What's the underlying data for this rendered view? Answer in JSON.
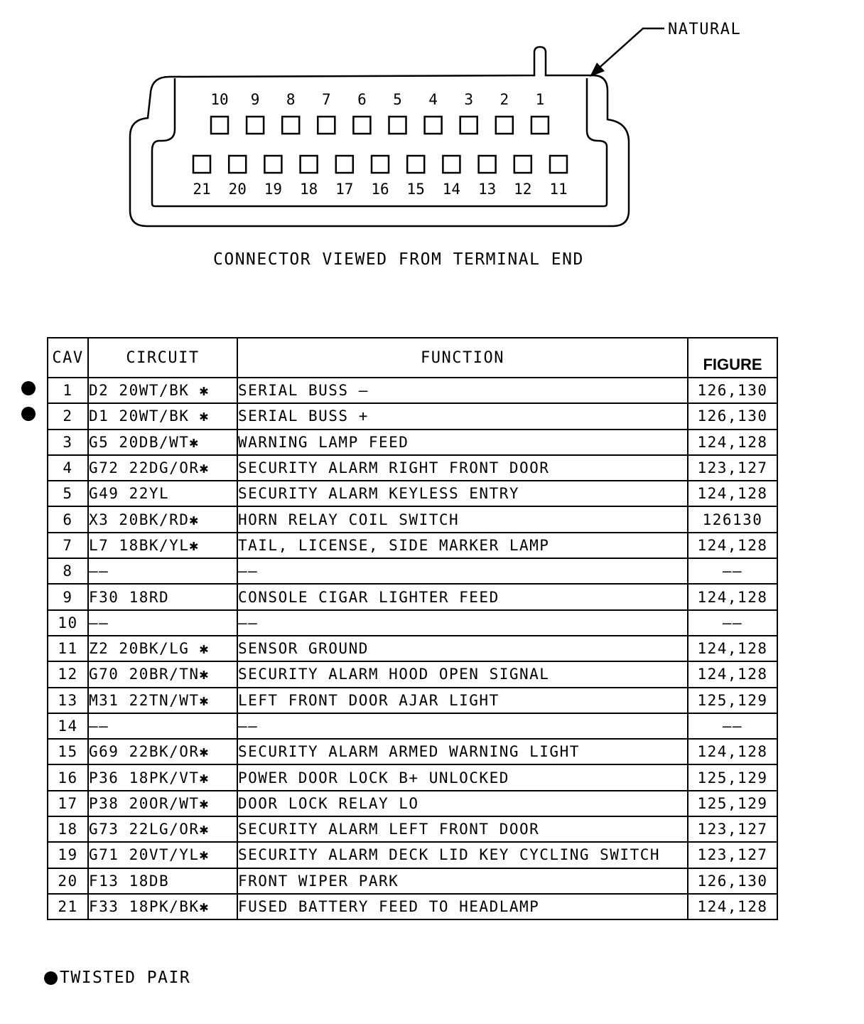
{
  "connector": {
    "label": "NATURAL",
    "caption": "CONNECTOR VIEWED FROM TERMINAL END",
    "top_row_pins": [
      "10",
      "9",
      "8",
      "7",
      "6",
      "5",
      "4",
      "3",
      "2",
      "1"
    ],
    "bottom_row_pins": [
      "21",
      "20",
      "19",
      "18",
      "17",
      "16",
      "15",
      "14",
      "13",
      "12",
      "11"
    ]
  },
  "table": {
    "headers": {
      "cav": "CAV",
      "circuit": "CIRCUIT",
      "function": "FUNCTION",
      "figure": "FIGURE"
    },
    "rows": [
      {
        "cav": "1",
        "circuit": "D2 20WT/BK ✱",
        "function": "SERIAL BUSS —",
        "figure": "126,130",
        "twisted": true
      },
      {
        "cav": "2",
        "circuit": "D1 20WT/BK ✱",
        "function": "SERIAL BUSS +",
        "figure": "126,130",
        "twisted": true
      },
      {
        "cav": "3",
        "circuit": "G5 20DB/WT✱",
        "function": "WARNING LAMP FEED",
        "figure": "124,128"
      },
      {
        "cav": "4",
        "circuit": "G72 22DG/OR✱",
        "function": "SECURITY ALARM RIGHT FRONT DOOR",
        "figure": "123,127"
      },
      {
        "cav": "5",
        "circuit": "G49 22YL",
        "function": "SECURITY ALARM KEYLESS ENTRY",
        "figure": "124,128"
      },
      {
        "cav": "6",
        "circuit": "X3 20BK/RD✱",
        "function": "HORN RELAY COIL SWITCH",
        "figure": "126130"
      },
      {
        "cav": "7",
        "circuit": "L7 18BK/YL✱",
        "function": "TAIL, LICENSE, SIDE MARKER LAMP",
        "figure": "124,128"
      },
      {
        "cav": "8",
        "circuit": "——",
        "function": "——",
        "figure": "——"
      },
      {
        "cav": "9",
        "circuit": "F30 18RD",
        "function": "CONSOLE CIGAR LIGHTER FEED",
        "figure": "124,128"
      },
      {
        "cav": "10",
        "circuit": "——",
        "function": "——",
        "figure": "——"
      },
      {
        "cav": "11",
        "circuit": "Z2 20BK/LG ✱",
        "function": "SENSOR GROUND",
        "figure": "124,128"
      },
      {
        "cav": "12",
        "circuit": "G70 20BR/TN✱",
        "function": "SECURITY ALARM HOOD OPEN SIGNAL",
        "figure": "124,128"
      },
      {
        "cav": "13",
        "circuit": "M31 22TN/WT✱",
        "function": "LEFT FRONT DOOR AJAR LIGHT",
        "figure": "125,129"
      },
      {
        "cav": "14",
        "circuit": "——",
        "function": "——",
        "figure": "——"
      },
      {
        "cav": "15",
        "circuit": "G69 22BK/OR✱",
        "function": "SECURITY ALARM ARMED WARNING LIGHT",
        "figure": "124,128"
      },
      {
        "cav": "16",
        "circuit": "P36 18PK/VT✱",
        "function": "POWER DOOR LOCK B+ UNLOCKED",
        "figure": "125,129"
      },
      {
        "cav": "17",
        "circuit": "P38 20OR/WT✱",
        "function": "DOOR LOCK RELAY LO",
        "figure": "125,129"
      },
      {
        "cav": "18",
        "circuit": "G73 22LG/OR✱",
        "function": "SECURITY ALARM LEFT FRONT DOOR",
        "figure": "123,127"
      },
      {
        "cav": "19",
        "circuit": "G71 20VT/YL✱",
        "function": "SECURITY ALARM DECK LID KEY CYCLING SWITCH",
        "figure": "123,127"
      },
      {
        "cav": "20",
        "circuit": "F13 18DB",
        "function": "FRONT WIPER PARK",
        "figure": "126,130"
      },
      {
        "cav": "21",
        "circuit": "F33 18PK/BK✱",
        "function": "FUSED BATTERY FEED TO HEADLAMP",
        "figure": "124,128"
      }
    ]
  },
  "legend": {
    "label": "TWISTED PAIR"
  }
}
